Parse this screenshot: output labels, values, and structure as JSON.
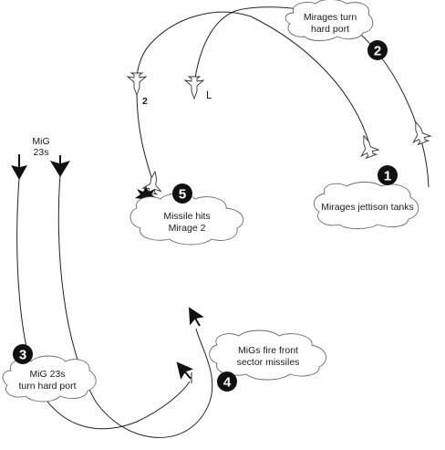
{
  "labels": {
    "mirages_turn": [
      "Mirages turn",
      "hard port"
    ],
    "mirages_jettison": "Mirages jettison tanks",
    "missile_hits": [
      "Missile hits",
      "Mirage 2"
    ],
    "migs_fire": [
      "MiGs fire front",
      "sector missiles"
    ],
    "mig_turn": [
      "MiG 23s",
      "turn hard port"
    ],
    "mig_group": [
      "MiG",
      "23s"
    ],
    "aircraft_2": "2",
    "aircraft_l": "L"
  },
  "steps": [
    "1",
    "2",
    "3",
    "4",
    "5"
  ]
}
